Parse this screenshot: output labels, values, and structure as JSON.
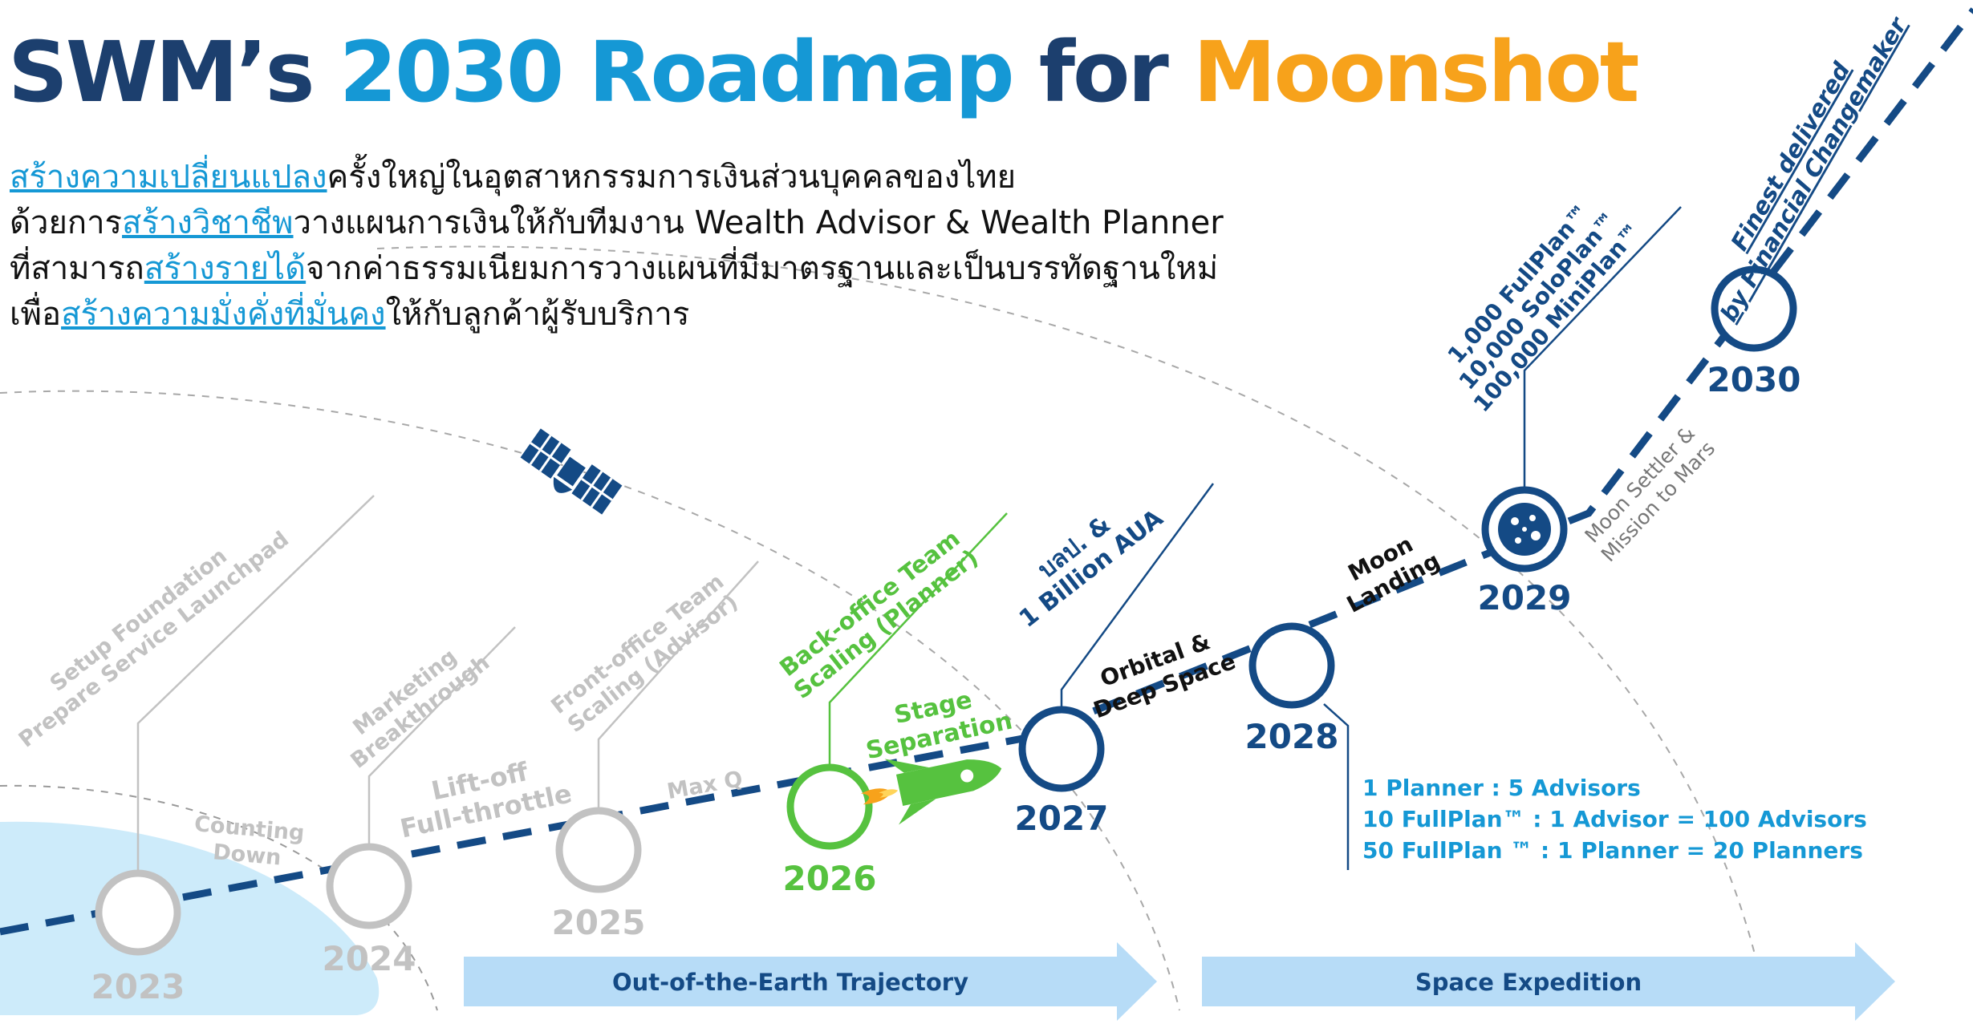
{
  "title": {
    "part1": "SWM’s",
    "part2": "2030 Roadmap",
    "part3": "for",
    "part4": "Moonshot"
  },
  "intro": [
    [
      {
        "t": "สร้างความเปลี่ยนแปลง",
        "em": true
      },
      {
        "t": "ครั้งใหญ่ในอุตสาหกรรมการเงินส่วนบุคคลของไทย",
        "em": false
      }
    ],
    [
      {
        "t": "ด้วยการ",
        "em": false
      },
      {
        "t": "สร้างวิชาชีพ",
        "em": true
      },
      {
        "t": "วางแผนการเงินให้กับทีมงาน Wealth Advisor & Wealth Planner",
        "em": false
      }
    ],
    [
      {
        "t": "ที่สามารถ",
        "em": false
      },
      {
        "t": "สร้างรายได้",
        "em": true
      },
      {
        "t": "จากค่าธรรมเนียมการวางแผนที่มีมาตรฐานและเป็นบรรทัดฐานใหม่",
        "em": false
      }
    ],
    [
      {
        "t": "เพื่อ",
        "em": false
      },
      {
        "t": "สร้างความมั่งคั่งที่มั่นคง",
        "em": true
      },
      {
        "t": "ให้กับลูกค้าผู้รับบริการ",
        "em": false
      }
    ]
  ],
  "milestones": [
    {
      "year": "2023",
      "state": "past",
      "label": [
        "Setup Foundation",
        "Prepare Service Launchpad"
      ],
      "phase": [
        "Counting",
        "Down"
      ]
    },
    {
      "year": "2024",
      "state": "past",
      "label": [
        "Marketing",
        "Breakthrough"
      ],
      "phase": [
        "Lift-off",
        "Full-throttle"
      ]
    },
    {
      "year": "2025",
      "state": "past",
      "label": [
        "Front-office Team",
        "Scaling (Advisor)"
      ],
      "phase": [
        "Max Q"
      ]
    },
    {
      "year": "2026",
      "state": "current",
      "label": [
        "Back-office Team",
        "Scaling (Planner)"
      ],
      "phase": [
        "Stage",
        "Separation"
      ]
    },
    {
      "year": "2027",
      "state": "future",
      "label": [
        "บลป. &",
        "1 Billion AUA"
      ],
      "phase": [
        "Orbital &",
        "Deep Space"
      ]
    },
    {
      "year": "2028",
      "state": "future",
      "label": [],
      "phase": [
        "Moon",
        "Landing"
      ]
    },
    {
      "year": "2029",
      "state": "future",
      "label": [
        "1,000 FullPlan™",
        "10,000 SoloPlan™",
        "100,000 MiniPlan™"
      ],
      "phase": [
        "Moon Settler &",
        "Mission to Mars"
      ]
    },
    {
      "year": "2030",
      "state": "future",
      "label": [
        "Finest delivered",
        "by Financial Changemaker"
      ],
      "phase": []
    }
  ],
  "ratios": [
    "1 Planner : 5 Advisors",
    "10 FullPlan™ : 1 Advisor = 100 Advisors",
    "50 FullPlan ™ : 1 Planner = 20 Planners"
  ],
  "phases": [
    "Out-of-the-Earth Trajectory",
    "Space Expedition"
  ],
  "icons": {
    "satellite": "satellite-icon",
    "rocket": "rocket-icon",
    "moon": "moon-icon"
  },
  "colors": {
    "navy": "#1c3f6e",
    "blue": "#1598d5",
    "orange": "#f7a21b",
    "green": "#56c23f",
    "grey": "#c2c2c2",
    "future": "#144a85",
    "arrow": "#b7dcf7",
    "earth": "#cdebfa"
  }
}
